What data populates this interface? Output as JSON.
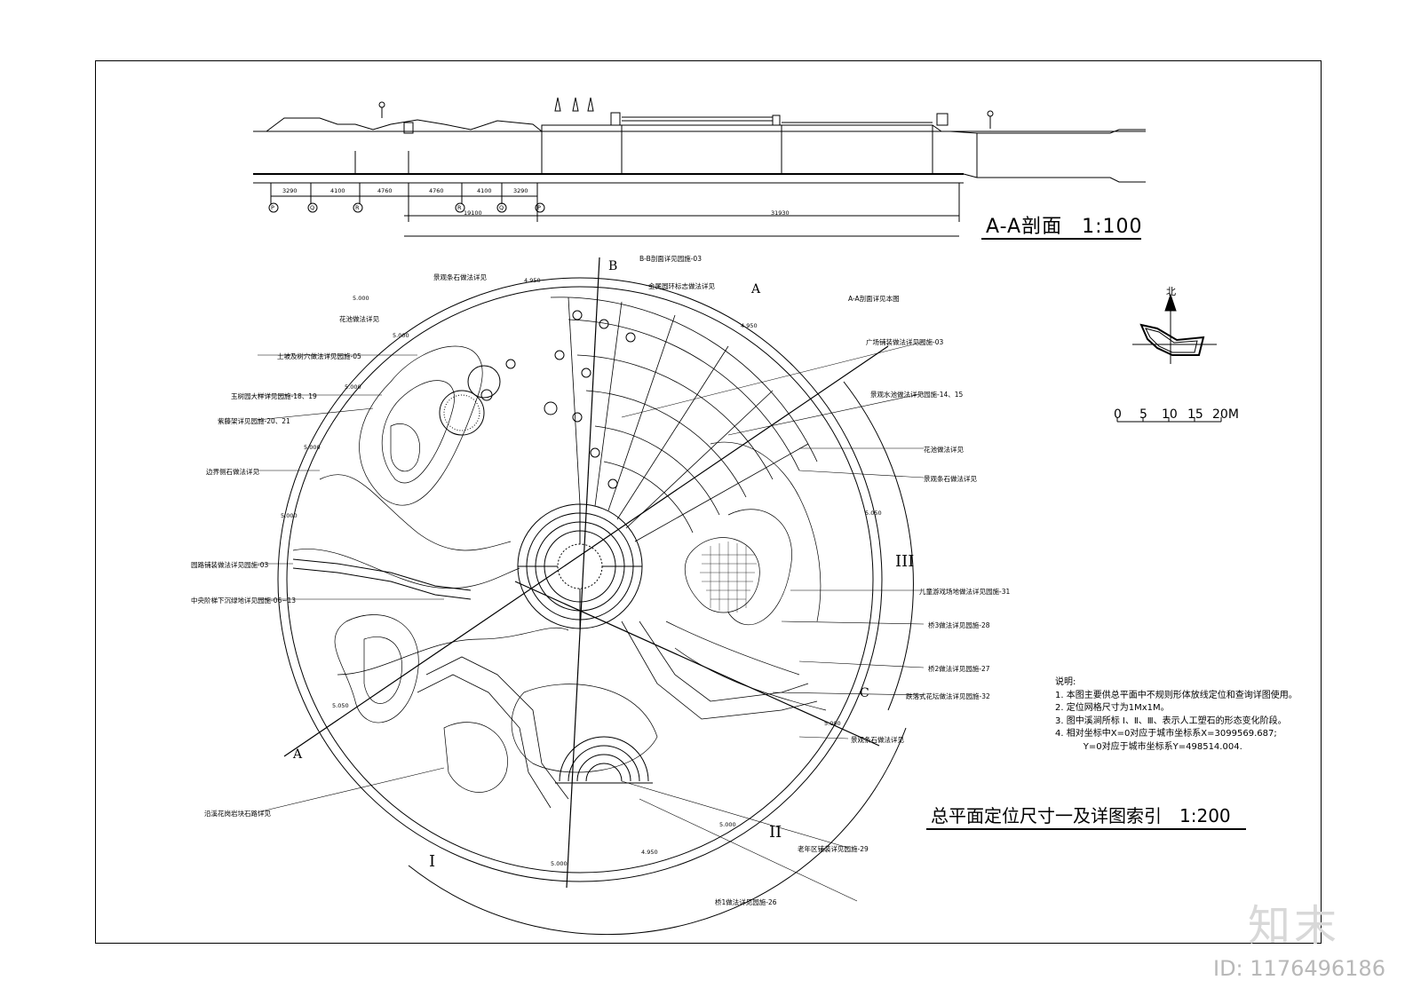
{
  "section": {
    "title": "A-A剖面",
    "scale": "1:100",
    "dims": [
      "3290",
      "4100",
      "4760",
      "4760",
      "4100",
      "3290",
      "19100",
      "31930"
    ],
    "axes": [
      "P",
      "Q",
      "R",
      "R",
      "Q",
      "P"
    ]
  },
  "plan": {
    "title": "总平面定位尺寸一及详图索引",
    "scale": "1:200",
    "elevations": [
      "4.950",
      "5.000",
      "4.950",
      "5.000",
      "5.000",
      "5.000",
      "5.000",
      "5.050",
      "5.050",
      "5.000",
      "5.000",
      "4.950",
      "5.000"
    ],
    "roman": [
      "I",
      "II",
      "III"
    ],
    "section_marks": [
      "A",
      "A",
      "B",
      "C"
    ],
    "callouts_left": [
      "景观条石做法详见",
      "花池做法详见",
      "土坡及树穴做法详见园施-05",
      "玉树园大样详见园施-18、19",
      "紫藤架详见园施-20、21",
      "边界侧石做法详见",
      "园路铺装做法详见园施-03",
      "中央阶梯下沉绿地详见园施-06~13",
      "沿溪花岗岩块石路详见"
    ],
    "callouts_right": [
      "B-B剖面详见园施-03",
      "金属圆环标志做法详见",
      "A-A剖面详见本图",
      "广场铺装做法详见园施-03",
      "景观水池做法详见园施-14、15",
      "花池做法详见",
      "景观条石做法详见",
      "儿童游戏场地做法详见园施-31",
      "桥3做法详见园施-28",
      "桥2做法详见园施-27",
      "跌落式花坛做法详见园施-32",
      "景观条石做法详见",
      "老年区铺装详见园施-29",
      "桥1做法详见园施-26"
    ]
  },
  "north": {
    "label": "北"
  },
  "scalebar": {
    "labels": [
      "0",
      "5",
      "10",
      "15",
      "20M"
    ]
  },
  "notes": {
    "heading": "说明:",
    "items": [
      "1. 本图主要供总平面中不规则形体放线定位和查询详图使用。",
      "2. 定位网格尺寸为1Mx1M。",
      "3. 图中溪涧所标 Ⅰ、Ⅱ、Ⅲ、表示人工塑石的形态变化阶段。",
      "4. 相对坐标中X=0对应于城市坐标系X=3099569.687;",
      "          Y=0对应于城市坐标系Y=498514.004."
    ]
  },
  "watermark": {
    "logo": "知末",
    "id": "ID: 1176496186"
  }
}
